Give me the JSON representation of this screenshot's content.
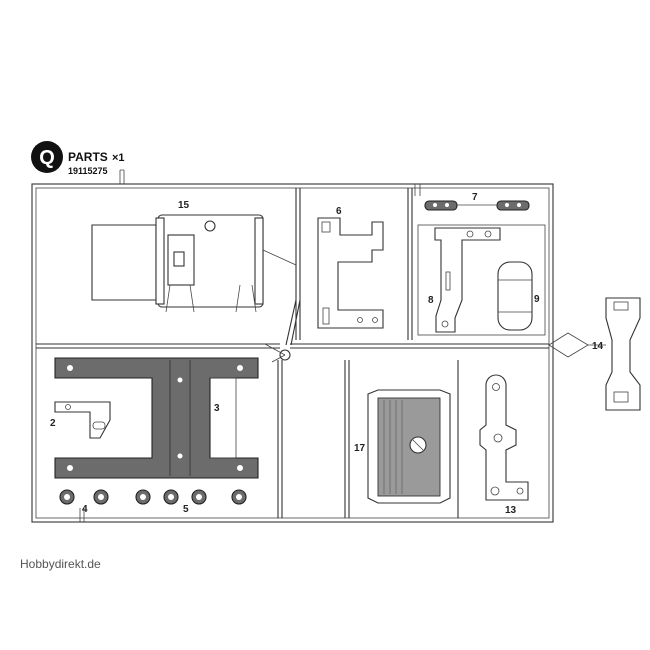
{
  "header": {
    "badge_letter": "Q",
    "parts_label": "PARTS",
    "quantity": "×1",
    "part_number": "19115275"
  },
  "part_labels": {
    "p2": "2",
    "p3": "3",
    "p4": "4",
    "p5": "5",
    "p6": "6",
    "p7": "7",
    "p8": "8",
    "p9": "9",
    "p13": "13",
    "p14": "14",
    "p15": "15",
    "p17": "17"
  },
  "watermark": "Hobbydirekt.de"
}
